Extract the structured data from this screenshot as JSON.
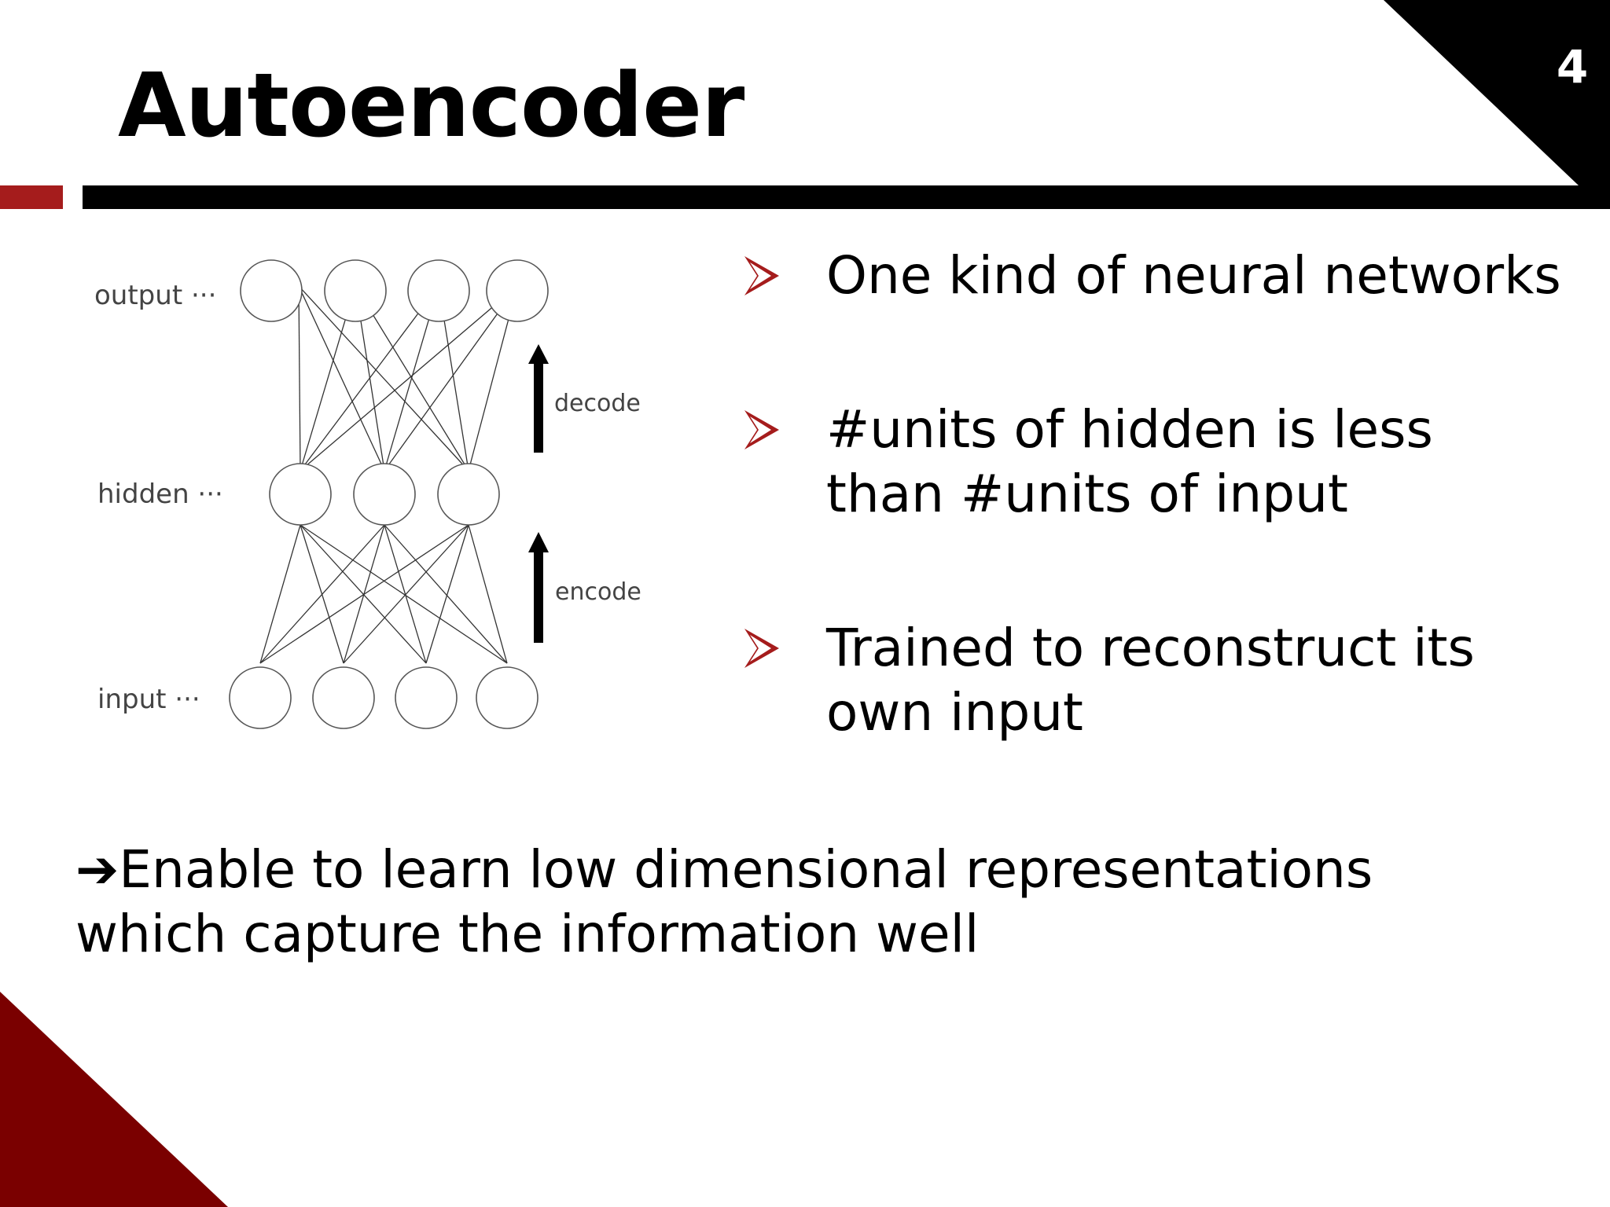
{
  "slide": {
    "title": "Autoencoder",
    "page_number": "4",
    "colors": {
      "accent": "#a51c1c",
      "dark_red": "#7a0000",
      "black": "#000000"
    }
  },
  "diagram": {
    "layer_labels": {
      "output": "output ···",
      "hidden": "hidden ···",
      "input": "input ···"
    },
    "arrow_labels": {
      "decode": "decode",
      "encode": "encode"
    },
    "layers": {
      "output_units": 4,
      "hidden_units": 3,
      "input_units": 4
    }
  },
  "bullets": {
    "marker_icon": "arrowhead-bullet-icon",
    "items": [
      {
        "text": "One kind of neural networks"
      },
      {
        "text": "#units of hidden is less\nthan #units of input"
      },
      {
        "text": "Trained to reconstruct its\nown input"
      }
    ]
  },
  "conclusion": {
    "text": "➔Enable to learn low dimensional representations\nwhich capture the information well"
  }
}
